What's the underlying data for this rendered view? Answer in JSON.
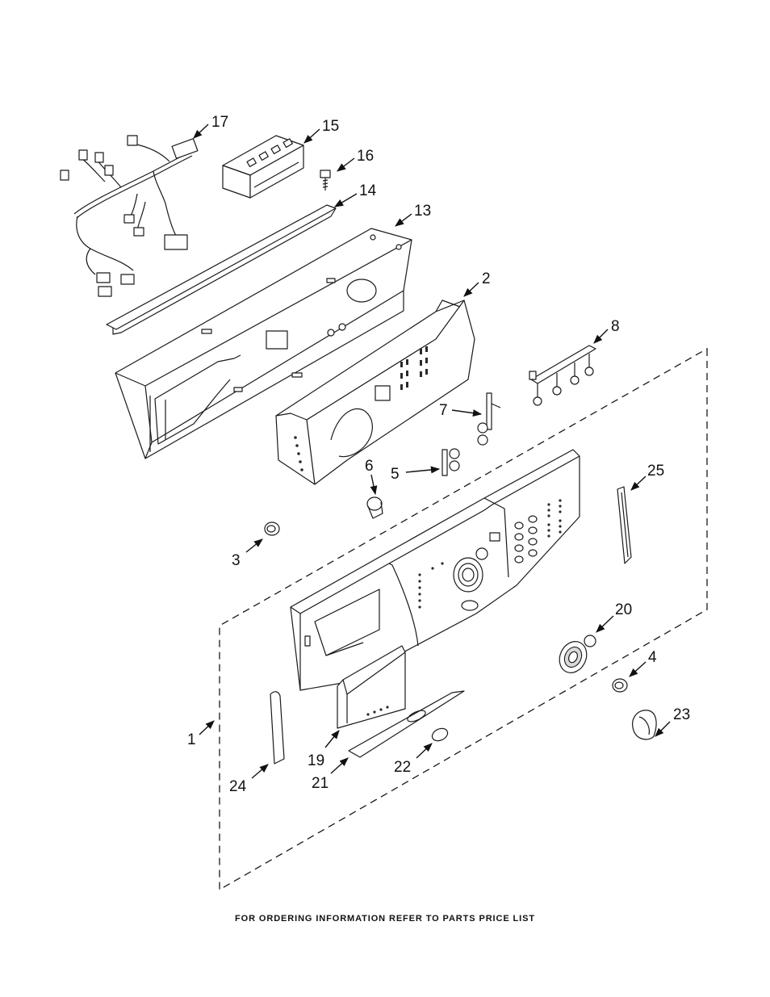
{
  "footer": "FOR ORDERING INFORMATION REFER TO PARTS PRICE LIST",
  "callouts": [
    "17",
    "15",
    "16",
    "14",
    "13",
    "2",
    "8",
    "7",
    "5",
    "6",
    "25",
    "3",
    "20",
    "4",
    "23",
    "1",
    "19",
    "22",
    "21",
    "24"
  ]
}
